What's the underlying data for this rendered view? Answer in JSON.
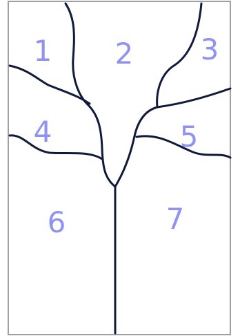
{
  "diagram": {
    "regions": [
      {
        "label": "1"
      },
      {
        "label": "2"
      },
      {
        "label": "3"
      },
      {
        "label": "4"
      },
      {
        "label": "5"
      },
      {
        "label": "6"
      },
      {
        "label": "7"
      }
    ],
    "colors": {
      "frame": "#a0a0a0",
      "lines": "#101a3a",
      "labels": "#8f92f0",
      "background": "#ffffff"
    }
  }
}
